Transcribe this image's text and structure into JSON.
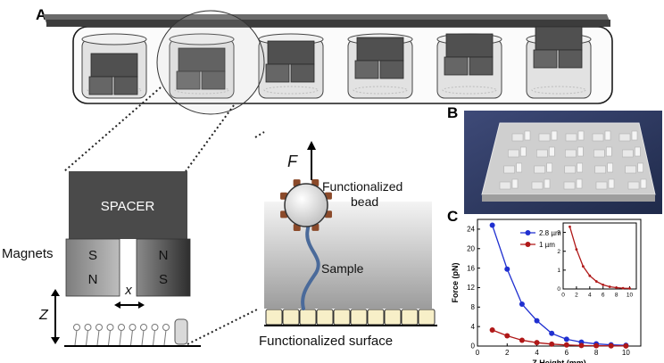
{
  "panels": {
    "a": "A",
    "b": "B",
    "c": "C"
  },
  "diagram": {
    "spacer": "SPACER",
    "magnets": "Magnets",
    "pole_s1": "S",
    "pole_n1": "N",
    "pole_n2": "N",
    "pole_s2": "S",
    "x_label": "x",
    "z_label": "Z",
    "force_label": "F",
    "bead_label": [
      "Functionalized",
      "bead"
    ],
    "sample_label": "Sample",
    "surface_label": "Functionalized surface"
  },
  "colors": {
    "magnet_dark": "#4a4a4a",
    "magnet_light": "#9a9a9a",
    "tether": "#4a6a9a",
    "bead_ring": "#8b4a2a",
    "series_blue": "#1f2fd0",
    "series_red": "#b01818"
  },
  "chart_data": [
    {
      "type": "line",
      "xlabel": "Z Height (mm)",
      "ylabel": "Force (pN)",
      "xlim": [
        0,
        11
      ],
      "ylim": [
        0,
        26
      ],
      "xticks": [
        0,
        2,
        4,
        6,
        8,
        10
      ],
      "yticks": [
        0,
        4,
        8,
        12,
        16,
        20,
        24
      ],
      "legend_position": "inset",
      "series": [
        {
          "name": "2.8 µm",
          "color": "#1f2fd0",
          "x": [
            1,
            2,
            3,
            4,
            5,
            6,
            7,
            8,
            9,
            10
          ],
          "y": [
            24.8,
            15.8,
            8.6,
            5.2,
            2.6,
            1.4,
            0.8,
            0.45,
            0.25,
            0.15
          ]
        },
        {
          "name": "1 µm",
          "color": "#b01818",
          "x": [
            1,
            2,
            3,
            4,
            5,
            6,
            7,
            8,
            9,
            10
          ],
          "y": [
            3.3,
            2.1,
            1.2,
            0.7,
            0.4,
            0.22,
            0.12,
            0.07,
            0.04,
            0.03
          ]
        }
      ]
    },
    {
      "type": "line",
      "xlim": [
        0,
        11
      ],
      "ylim": [
        0,
        3.5
      ],
      "xticks": [
        0,
        2,
        4,
        6,
        8,
        10
      ],
      "yticks": [
        0,
        1,
        2,
        3
      ],
      "series": [
        {
          "name": "1 µm",
          "color": "#b01818",
          "x": [
            1,
            2,
            3,
            4,
            5,
            6,
            7,
            8,
            9,
            10
          ],
          "y": [
            3.3,
            2.1,
            1.2,
            0.7,
            0.4,
            0.22,
            0.12,
            0.07,
            0.04,
            0.03
          ]
        }
      ]
    }
  ]
}
